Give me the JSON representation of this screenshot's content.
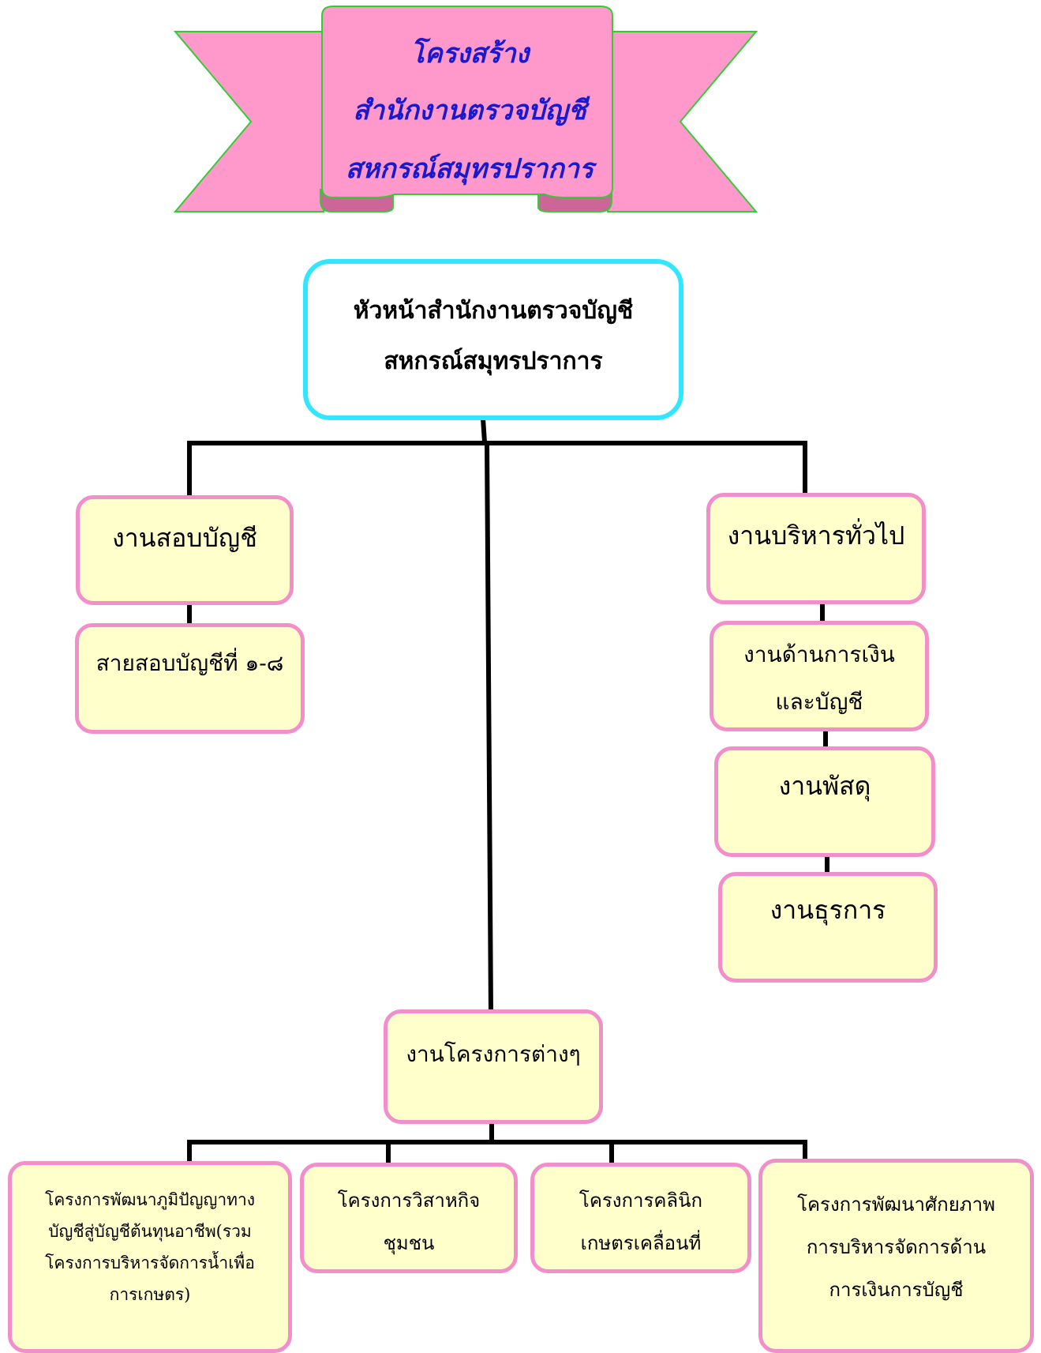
{
  "banner": {
    "lines": [
      "โครงสร้าง",
      "สำนักงานตรวจบัญชี",
      "สหกรณ์สมุทรปราการ"
    ],
    "colors": {
      "fill": "#ff99cc",
      "outline": "#33cc33",
      "text": "#1a1acc",
      "fold": "#cc6699"
    }
  },
  "head": {
    "lines": [
      "หัวหน้าสำนักงานตรวจบัญชี",
      "สหกรณ์สมุทรปราการ"
    ]
  },
  "left": {
    "unit": "งานสอบบัญชี",
    "sub": "สายสอบบัญชีที่ ๑-๘"
  },
  "right": {
    "unit": "งานบริหารทั่วไป",
    "sub1": [
      "งานด้านการเงิน",
      "และบัญชี"
    ],
    "sub2": "งานพัสดุ",
    "sub3": "งานธุรการ"
  },
  "center": {
    "unit": "งานโครงการต่างๆ"
  },
  "projects": [
    {
      "lines": [
        "โครงการพัฒนาภูมิปัญญาทาง",
        "บัญชีสู่บัญชีต้นทุนอาชีพ(รวม",
        "โครงการบริหารจัดการน้ำเพื่อ",
        "การเกษตร)"
      ]
    },
    {
      "lines": [
        "โครงการวิสาหกิจ",
        "ชุมชน"
      ]
    },
    {
      "lines": [
        "โครงการคลินิก",
        "เกษตรเคลื่อนที่"
      ]
    },
    {
      "lines": [
        "โครงการพัฒนาศักยภาพ",
        "การบริหารจัดการด้าน",
        "การเงินการบัญชี"
      ]
    }
  ],
  "colors": {
    "box_fill": "#ffffcc",
    "box_border": "#f28ec9",
    "head_border": "#33e6ff",
    "connector": "#000000"
  }
}
